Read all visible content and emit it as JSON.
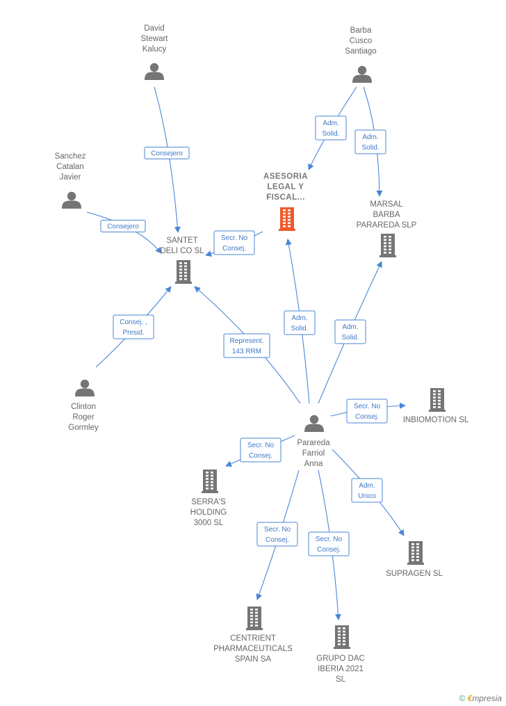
{
  "colors": {
    "edge": "#4a86d6",
    "node": "#757575",
    "focus": "#f05a28"
  },
  "nodes": [
    {
      "id": "david",
      "type": "person",
      "lines": [
        "David",
        "Stewart",
        "Kalucy"
      ]
    },
    {
      "id": "barba",
      "type": "person",
      "lines": [
        "Barba",
        "Cusco",
        "Santiago"
      ]
    },
    {
      "id": "sanchez",
      "type": "person",
      "lines": [
        "Sanchez",
        "Catalan",
        "Javier"
      ]
    },
    {
      "id": "asesoria",
      "type": "company",
      "focus": true,
      "lines": [
        "ASESORIA",
        "LEGAL Y",
        "FISCAL..."
      ]
    },
    {
      "id": "santet",
      "type": "company",
      "lines": [
        "SANTET",
        "DELI CO  SL"
      ]
    },
    {
      "id": "marsal",
      "type": "company",
      "lines": [
        "MARSAL",
        "BARBA",
        "PARAREDA  SLP"
      ]
    },
    {
      "id": "clinton",
      "type": "person",
      "lines": [
        "Clinton",
        "Roger",
        "Gormley"
      ]
    },
    {
      "id": "parareda",
      "type": "person",
      "lines": [
        "Parareda",
        "Farriol",
        "Anna"
      ]
    },
    {
      "id": "inbiomotion",
      "type": "company",
      "lines": [
        "INBIOMOTION SL"
      ]
    },
    {
      "id": "serras",
      "type": "company",
      "lines": [
        "SERRA'S",
        "HOLDING",
        "3000  SL"
      ]
    },
    {
      "id": "supragen",
      "type": "company",
      "lines": [
        "SUPRAGEN SL"
      ]
    },
    {
      "id": "centrient",
      "type": "company",
      "lines": [
        "CENTRIENT",
        "PHARMACEUTICALS",
        "SPAIN SA"
      ]
    },
    {
      "id": "grupo",
      "type": "company",
      "lines": [
        "GRUPO DAC",
        "IBERIA 2021",
        "SL"
      ]
    }
  ],
  "edges": [
    {
      "from": "david",
      "to": "santet",
      "label": [
        "Consejero"
      ]
    },
    {
      "from": "sanchez",
      "to": "santet",
      "label": [
        "Consejero"
      ]
    },
    {
      "from": "clinton",
      "to": "santet",
      "label": [
        "Consej. ,",
        "Presid."
      ]
    },
    {
      "from": "asesoria",
      "to": "santet",
      "label": [
        "Secr.  No",
        "Consej."
      ]
    },
    {
      "from": "barba",
      "to": "asesoria",
      "label": [
        "Adm.",
        "Solid."
      ]
    },
    {
      "from": "barba",
      "to": "marsal",
      "label": [
        "Adm.",
        "Solid."
      ]
    },
    {
      "from": "parareda",
      "to": "santet",
      "label": [
        "Represent.",
        "143 RRM"
      ]
    },
    {
      "from": "parareda",
      "to": "asesoria",
      "label": [
        "Adm.",
        "Solid."
      ]
    },
    {
      "from": "parareda",
      "to": "marsal",
      "label": [
        "Adm.",
        "Solid."
      ]
    },
    {
      "from": "parareda",
      "to": "inbiomotion",
      "label": [
        "Secr.  No",
        "Consej."
      ]
    },
    {
      "from": "parareda",
      "to": "serras",
      "label": [
        "Secr.  No",
        "Consej."
      ]
    },
    {
      "from": "parareda",
      "to": "supragen",
      "label": [
        "Adm.",
        "Unico"
      ]
    },
    {
      "from": "parareda",
      "to": "centrient",
      "label": [
        "Secr.  No",
        "Consej."
      ]
    },
    {
      "from": "parareda",
      "to": "grupo",
      "label": [
        "Secr.  No",
        "Consej."
      ]
    }
  ],
  "footer": {
    "copyright": "©",
    "brand_initial": "€",
    "brand_rest": "mpresia"
  }
}
